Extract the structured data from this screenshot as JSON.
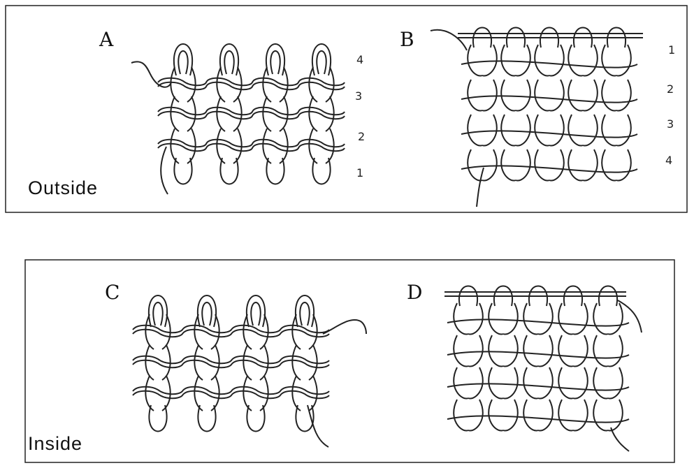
{
  "panels": {
    "a": {
      "label": "A",
      "rows": [
        "4",
        "3",
        "2",
        "1"
      ]
    },
    "b": {
      "label": "B",
      "rows": [
        "1",
        "2",
        "3",
        "4"
      ]
    },
    "c": {
      "label": "C"
    },
    "d": {
      "label": "D"
    }
  },
  "captions": {
    "top": "Outside",
    "bottom": "Inside"
  }
}
